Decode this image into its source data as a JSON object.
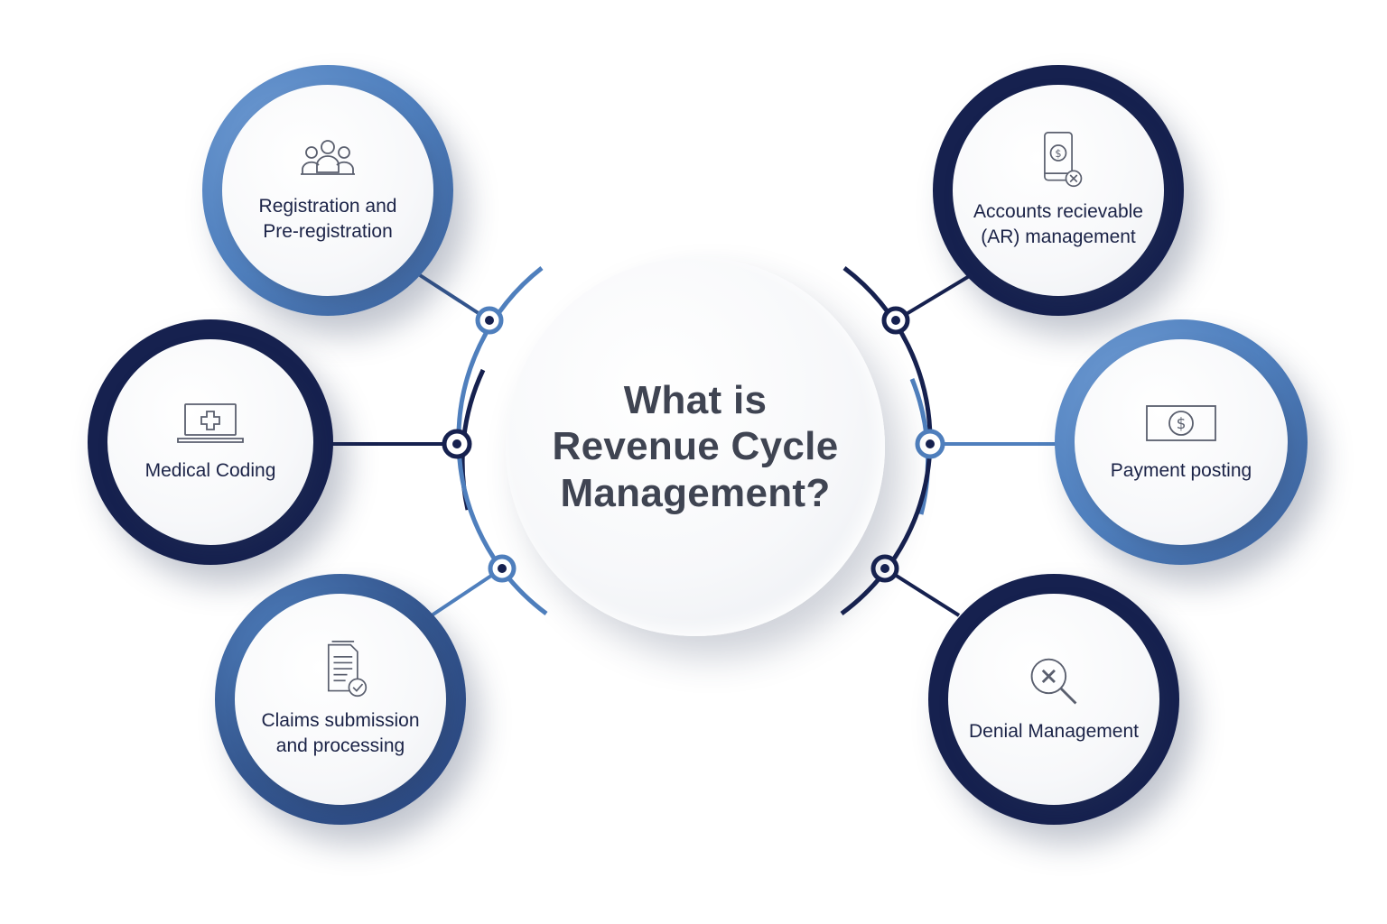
{
  "center": {
    "title_line1": "What is",
    "title_line2": "Revenue Cycle",
    "title_line3": "Management?"
  },
  "nodes": {
    "registration": {
      "label_line1": "Registration and",
      "label_line2": "Pre-registration",
      "icon": "group-of-people-icon"
    },
    "medical_coding": {
      "label_line1": "Medical Coding",
      "icon": "laptop-medical-cross-icon"
    },
    "claims": {
      "label_line1": "Claims submission",
      "label_line2": "and processing",
      "icon": "document-checkmark-icon"
    },
    "accounts": {
      "label_line1": "Accounts recievable",
      "label_line2": "(AR) management",
      "icon": "mobile-payment-icon"
    },
    "payment": {
      "label_line1": "Payment posting",
      "icon": "dollar-bill-icon"
    },
    "denial": {
      "label_line1": "Denial Management",
      "icon": "magnifier-x-icon"
    }
  },
  "colors": {
    "navy": "#16214f",
    "blue": "#4f7fbd",
    "steel": "#34568e",
    "text": "#1b2347",
    "title": "#3f4452"
  }
}
